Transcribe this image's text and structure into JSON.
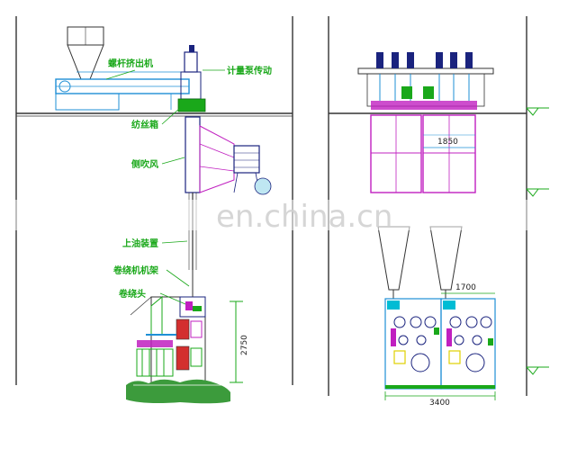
{
  "colors": {
    "frame": "#333333",
    "blue": "#1e8fd6",
    "cyan": "#00bcd4",
    "green": "#1aa81a",
    "magenta": "#c020c0",
    "navy": "#1a237e",
    "yellow": "#e0d000",
    "ground": "#3c9b3c"
  },
  "left_view": {
    "labels": {
      "screw_extruder": "螺杆挤出机",
      "metering_pump": "计量泵传动",
      "spinneret": "纺丝箱",
      "side_blower": "侧吹风",
      "oil_device": "上油装置",
      "winder": "卷绕机机架",
      "take_up_head": "卷绕头"
    },
    "dimension_2750": "2750"
  },
  "right_view": {
    "dimension_1850": "1850",
    "dimension_1700": "1700",
    "dimension_3400": "3400"
  },
  "watermark": "en.china.cn"
}
